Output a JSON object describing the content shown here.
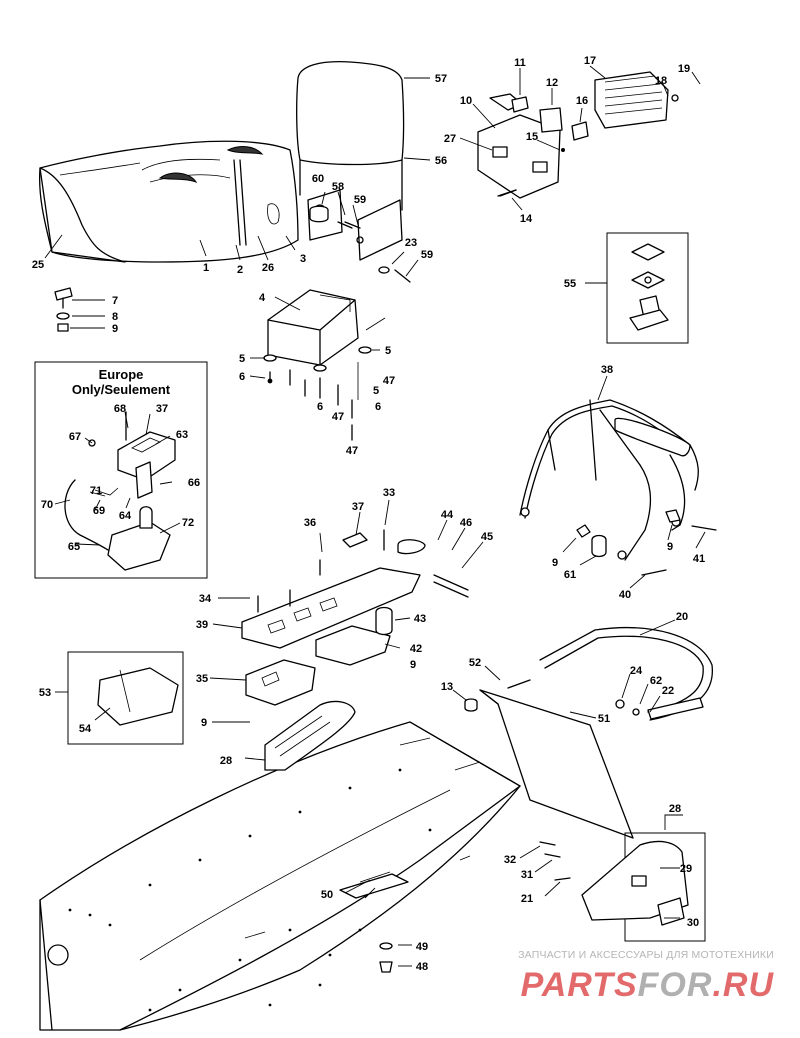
{
  "europe_box": {
    "title_line1": "Europe",
    "title_line2": "Only/Seulement"
  },
  "watermark": {
    "caption": "ЗАПЧАСТИ И АКСЕССУАРЫ ДЛЯ МОТОТЕХНИКИ",
    "logo_part1": "PARTS",
    "logo_part2": "FOR",
    "logo_part3": ".RU",
    "color_red": "#e36a6a",
    "color_grey": "#b0b0b0"
  },
  "callouts": [
    {
      "id": "c1",
      "label": "1"
    },
    {
      "id": "c2",
      "label": "2"
    },
    {
      "id": "c3",
      "label": "3"
    },
    {
      "id": "c4",
      "label": "4"
    },
    {
      "id": "c5a",
      "label": "5"
    },
    {
      "id": "c5b",
      "label": "5"
    },
    {
      "id": "c5c",
      "label": "5"
    },
    {
      "id": "c6a",
      "label": "6"
    },
    {
      "id": "c6b",
      "label": "6"
    },
    {
      "id": "c6c",
      "label": "6"
    },
    {
      "id": "c7",
      "label": "7"
    },
    {
      "id": "c8",
      "label": "8"
    },
    {
      "id": "c9a",
      "label": "9"
    },
    {
      "id": "c9b",
      "label": "9"
    },
    {
      "id": "c9c",
      "label": "9"
    },
    {
      "id": "c9d",
      "label": "9"
    },
    {
      "id": "c9e",
      "label": "9"
    },
    {
      "id": "c10",
      "label": "10"
    },
    {
      "id": "c11",
      "label": "11"
    },
    {
      "id": "c12",
      "label": "12"
    },
    {
      "id": "c13",
      "label": "13"
    },
    {
      "id": "c14",
      "label": "14"
    },
    {
      "id": "c15",
      "label": "15"
    },
    {
      "id": "c16",
      "label": "16"
    },
    {
      "id": "c17",
      "label": "17"
    },
    {
      "id": "c18",
      "label": "18"
    },
    {
      "id": "c19",
      "label": "19"
    },
    {
      "id": "c20",
      "label": "20"
    },
    {
      "id": "c21",
      "label": "21"
    },
    {
      "id": "c22",
      "label": "22"
    },
    {
      "id": "c23",
      "label": "23"
    },
    {
      "id": "c24",
      "label": "24"
    },
    {
      "id": "c25",
      "label": "25"
    },
    {
      "id": "c26",
      "label": "26"
    },
    {
      "id": "c27",
      "label": "27"
    },
    {
      "id": "c28a",
      "label": "28"
    },
    {
      "id": "c28b",
      "label": "28"
    },
    {
      "id": "c29",
      "label": "29"
    },
    {
      "id": "c30",
      "label": "30"
    },
    {
      "id": "c31",
      "label": "31"
    },
    {
      "id": "c32",
      "label": "32"
    },
    {
      "id": "c33",
      "label": "33"
    },
    {
      "id": "c34",
      "label": "34"
    },
    {
      "id": "c35",
      "label": "35"
    },
    {
      "id": "c36",
      "label": "36"
    },
    {
      "id": "c37a",
      "label": "37"
    },
    {
      "id": "c37b",
      "label": "37"
    },
    {
      "id": "c38",
      "label": "38"
    },
    {
      "id": "c39",
      "label": "39"
    },
    {
      "id": "c40",
      "label": "40"
    },
    {
      "id": "c41",
      "label": "41"
    },
    {
      "id": "c42",
      "label": "42"
    },
    {
      "id": "c43",
      "label": "43"
    },
    {
      "id": "c44",
      "label": "44"
    },
    {
      "id": "c45",
      "label": "45"
    },
    {
      "id": "c46",
      "label": "46"
    },
    {
      "id": "c47a",
      "label": "47"
    },
    {
      "id": "c47b",
      "label": "47"
    },
    {
      "id": "c47c",
      "label": "47"
    },
    {
      "id": "c48",
      "label": "48"
    },
    {
      "id": "c49",
      "label": "49"
    },
    {
      "id": "c50",
      "label": "50"
    },
    {
      "id": "c51",
      "label": "51"
    },
    {
      "id": "c52",
      "label": "52"
    },
    {
      "id": "c53",
      "label": "53"
    },
    {
      "id": "c54",
      "label": "54"
    },
    {
      "id": "c55",
      "label": "55"
    },
    {
      "id": "c56",
      "label": "56"
    },
    {
      "id": "c57",
      "label": "57"
    },
    {
      "id": "c58",
      "label": "58"
    },
    {
      "id": "c59a",
      "label": "59"
    },
    {
      "id": "c59b",
      "label": "59"
    },
    {
      "id": "c60",
      "label": "60"
    },
    {
      "id": "c61",
      "label": "61"
    },
    {
      "id": "c62",
      "label": "62"
    },
    {
      "id": "c63",
      "label": "63"
    },
    {
      "id": "c64",
      "label": "64"
    },
    {
      "id": "c65",
      "label": "65"
    },
    {
      "id": "c66",
      "label": "66"
    },
    {
      "id": "c67",
      "label": "67"
    },
    {
      "id": "c68",
      "label": "68"
    },
    {
      "id": "c69",
      "label": "69"
    },
    {
      "id": "c70",
      "label": "70"
    },
    {
      "id": "c71",
      "label": "71"
    },
    {
      "id": "c72",
      "label": "72"
    }
  ]
}
